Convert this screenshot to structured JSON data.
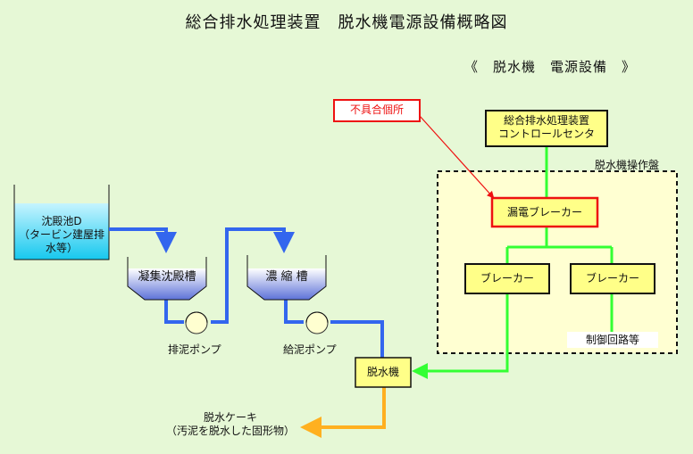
{
  "title": "総合排水処理装置　脱水機電源設備概略図",
  "subtitle": "《　脱水機　電源設備　》",
  "fault_label": "不具合個所",
  "control_center": {
    "line1": "総合排水処理装置",
    "line2": "コントロールセンタ"
  },
  "panel_label": "脱水機操作盤",
  "leakage_breaker": "漏電ブレーカー",
  "breaker_left": "ブレーカー",
  "breaker_right": "ブレーカー",
  "control_circuit": "制御回路等",
  "sedimentation_pond": {
    "line1": "沈殿池D",
    "line2": "（タービン建屋排水等）"
  },
  "coag_tank": "凝集沈殿槽",
  "thickener": "濃 縮 槽",
  "discharge_pump": "排泥ポンプ",
  "feed_pump": "給泥ポンプ",
  "dehydrator": "脱水機",
  "cake": {
    "line1": "脱水ケーキ",
    "line2": "（汚泥を脱水した固形物）"
  },
  "colors": {
    "background": "#e6f8d6",
    "power_line": "#33ff33",
    "sludge_line": "#3366ee",
    "cake_line": "#ffb020",
    "fault_red": "#ee1111",
    "box_yellow": "#ffff88"
  }
}
